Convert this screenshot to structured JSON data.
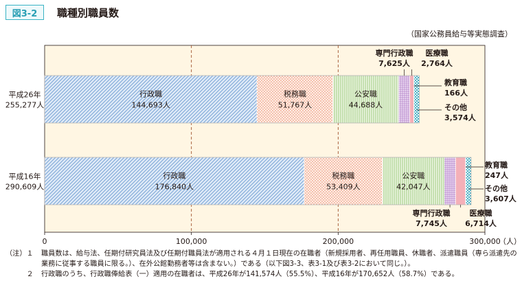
{
  "header": {
    "figure_number": "図3-2",
    "title": "職種別職員数",
    "source": "（国家公務員給与等実態調査）"
  },
  "chart_data": {
    "type": "bar",
    "orientation": "horizontal",
    "stacked": true,
    "categories": [
      "平成26年",
      "平成16年"
    ],
    "totals": [
      "255,277人",
      "290,609人"
    ],
    "xlim": [
      0,
      300000
    ],
    "x_ticks": [
      0,
      100000,
      200000,
      300000
    ],
    "x_tick_labels": [
      "0",
      "100,000",
      "200,000",
      "300,000"
    ],
    "x_unit": "（人）",
    "grid": "dashed vertical lines at 100,000 and 200,000",
    "series": [
      {
        "name": "行政職",
        "values": [
          144693,
          176840
        ],
        "labels": [
          "144,693人",
          "176,840人"
        ],
        "color": "#8fb8de",
        "pattern": "hatch"
      },
      {
        "name": "税務職",
        "values": [
          51767,
          53409
        ],
        "labels": [
          "51,767人",
          "53,409人"
        ],
        "color": "#f2a48a",
        "pattern": "dots"
      },
      {
        "name": "公安職",
        "values": [
          44688,
          42047
        ],
        "labels": [
          "44,688人",
          "42,047人"
        ],
        "color": "#a8d08d",
        "pattern": "vlines"
      },
      {
        "name": "専門行政職",
        "values": [
          7625,
          7745
        ],
        "labels": [
          "7,625人",
          "7,745人"
        ],
        "color": "#c39bd3",
        "pattern": "grid"
      },
      {
        "name": "医療職",
        "values": [
          2764,
          6714
        ],
        "labels": [
          "2,764人",
          "6,714人"
        ],
        "color": "#f4b0b8",
        "pattern": "solid"
      },
      {
        "name": "教育職",
        "values": [
          166,
          247
        ],
        "labels": [
          "166人",
          "247人"
        ],
        "color": "#ece06a",
        "pattern": "solid"
      },
      {
        "name": "その他",
        "values": [
          3574,
          3607
        ],
        "labels": [
          "3,574人",
          "3,607人"
        ],
        "color": "#7dc7d3",
        "pattern": "checker"
      }
    ]
  },
  "notes": [
    {
      "lead": "（注）１",
      "text": "職員数は、給与法、任期付研究員法及び任期付職員法が適用される４月１日現在の在職者（新規採用者、再任用職員、休職者、派遣職員（専ら派遣先の業務に従事する職員に限る。）、在外公館勤務者等は含まない。）である（以下図3-3、表3-1及び表3-2において同じ。）。"
    },
    {
      "lead": "　　　２",
      "text": "行政職のうち、行政職俸給表（一）適用の在職者は、平成26年が141,574人（55.5%）、平成16年が170,652人（58.7%）である。"
    }
  ]
}
